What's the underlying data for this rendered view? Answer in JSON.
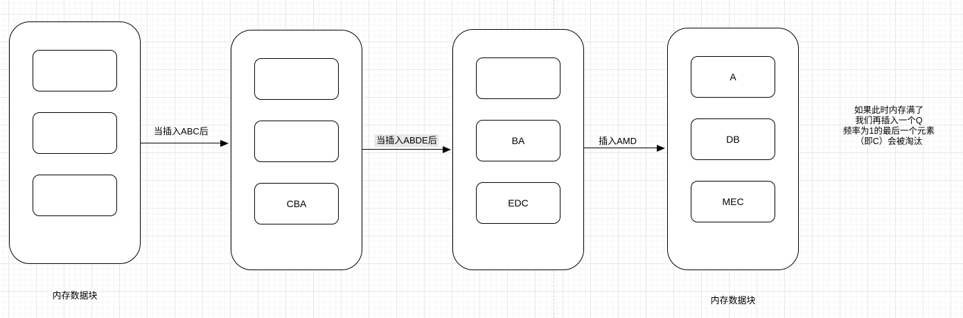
{
  "canvas": {
    "background_color": "#ffffff",
    "grid_minor_color": "#f6f6f6",
    "grid_major_color": "#e8e8e8",
    "shape_stroke_color": "#000000",
    "shape_fill_color": "#ffffff",
    "edge_label_highlight_color": "#e8e8e8",
    "page_guide_color": "#cfcfcf"
  },
  "blocks": [
    {
      "caption": "内存数据块",
      "cells": [
        "",
        "",
        ""
      ]
    },
    {
      "cells": [
        "",
        "",
        "CBA"
      ]
    },
    {
      "cells": [
        "",
        "BA",
        "EDC"
      ]
    },
    {
      "caption": "内存数据块",
      "cells": [
        "A",
        "DB",
        "MEC"
      ]
    }
  ],
  "arrows": [
    {
      "label": "当插入ABC后"
    },
    {
      "label": "当插入ABDE后"
    },
    {
      "label": "插入AMD"
    }
  ],
  "annotation": {
    "lines": [
      "如果此时内存满了",
      "我们再插入一个Q",
      "频率为1的最后一个元素",
      "（即C）会被淘汰"
    ]
  }
}
